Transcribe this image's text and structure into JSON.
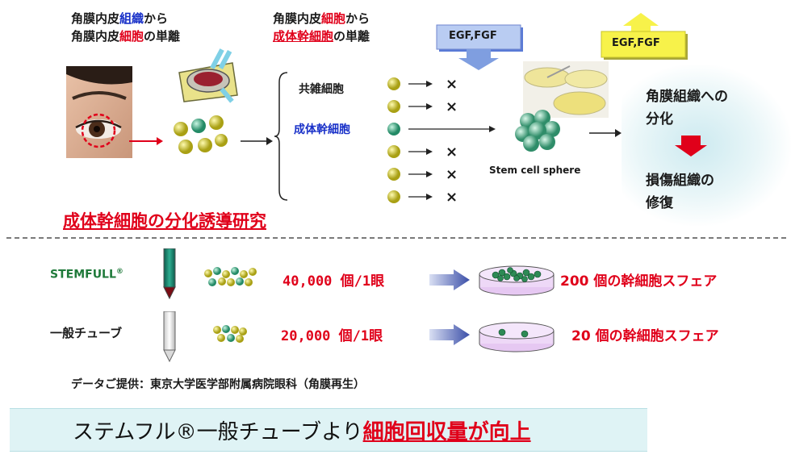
{
  "colors": {
    "red_accent": "#e0001a",
    "blue_accent": "#1830c8",
    "green_brand": "#1f7a3a",
    "cell_yellow": "#c8bf1e",
    "cell_green": "#3fb28a",
    "arrow_blue": "#3b5fc9",
    "arrow_yellow": "#f7f24a",
    "bottom_bg": "#dff3f5"
  },
  "top": {
    "heading1_part1": "角膜内皮",
    "heading1_part2": "組織",
    "heading1_part3": "から",
    "heading1_line2_part1": "角膜内皮",
    "heading1_line2_part2": "細胞",
    "heading1_line2_part3": "の単離",
    "heading2_part1": "角膜内皮",
    "heading2_part2": "細胞",
    "heading2_part3": "から",
    "heading2_line2_part1": "成体幹細胞",
    "heading2_line2_part2": "の単離",
    "branch_label_1": "共雑細胞",
    "branch_label_2": "成体幹細胞",
    "x_mark": "×",
    "egf_label_1": "EGF,FGF",
    "egf_label_2": "EGF,FGF",
    "sphere_label": "Stem cell sphere",
    "result_line1": "角膜組織への",
    "result_line2": "分化",
    "result_line3": "損傷組織の",
    "result_line4": "修復",
    "research_title": "成体幹細胞の分化誘導研究"
  },
  "comparison": {
    "rows": [
      {
        "product": "STEMFULL",
        "registered_mark": "®",
        "cells": "40,000 個/1眼",
        "result": "200 個の幹細胞スフェア"
      },
      {
        "product": "一般チューブ",
        "registered_mark": "",
        "cells": "20,000 個/1眼",
        "result": "20 個の幹細胞スフェア"
      }
    ],
    "source_note": "データご提供：東京大学医学部附属病院眼科（角膜再生）"
  },
  "banner": {
    "text_plain": "ステムフル®一般チューブより",
    "text_emphasis": "細胞回収量が向上"
  }
}
